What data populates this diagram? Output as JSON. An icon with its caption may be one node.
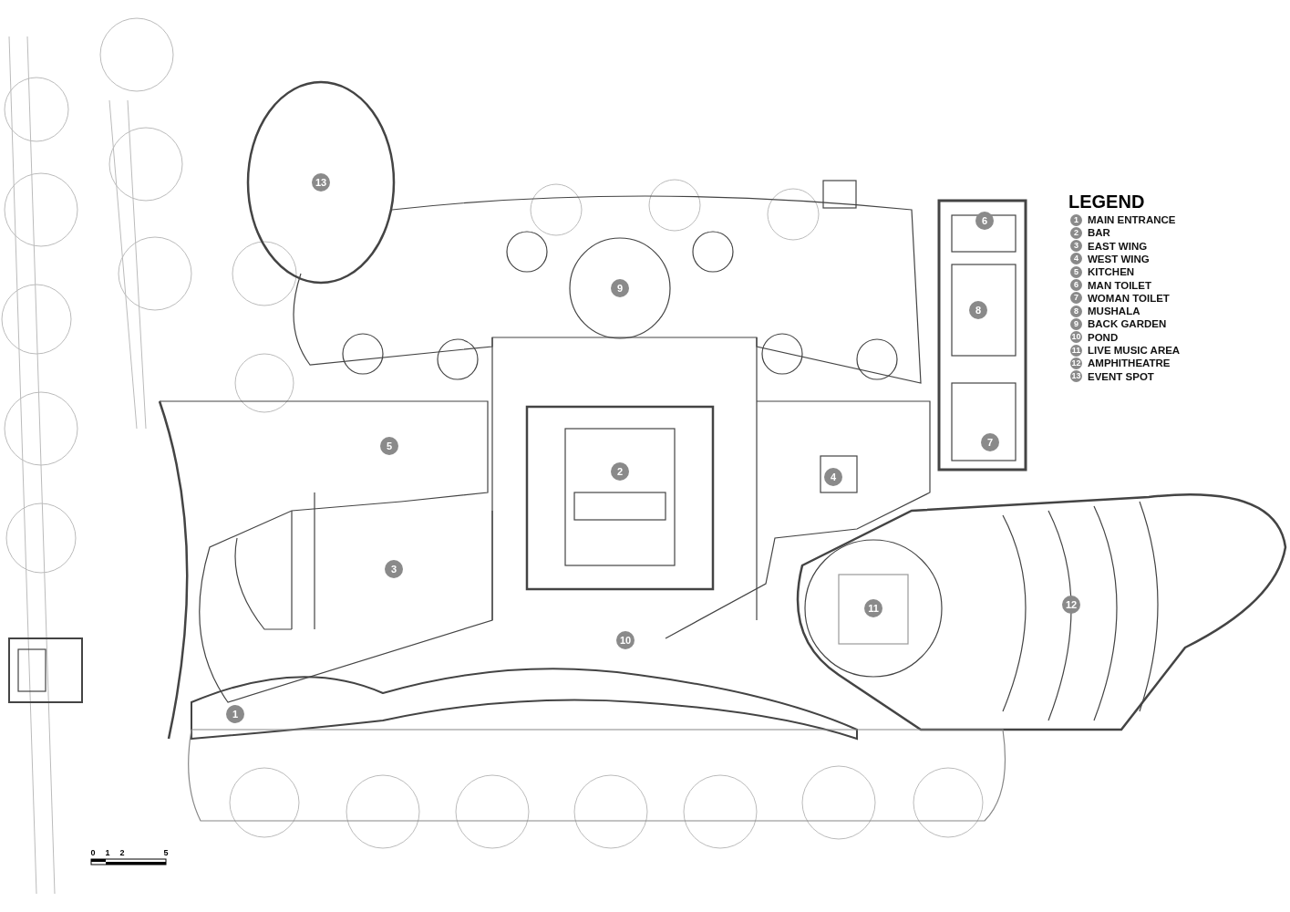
{
  "diagram": {
    "labels": [
      "13",
      "9",
      "6",
      "8",
      "5",
      "2",
      "4",
      "7",
      "3",
      "11",
      "12",
      "10",
      "1",
      "LEGEND",
      "0",
      "1",
      "2",
      "5"
    ],
    "legend": [
      {
        "text": "1 MAIN ENTRANCE"
      },
      {
        "text": "2 BAR"
      },
      {
        "text": "3 EAST WING"
      },
      {
        "text": "4 WEST WING"
      },
      {
        "text": "5 KITCHEN"
      },
      {
        "text": "6 MAN TOILET"
      },
      {
        "text": "7 WOMAN TOILET"
      },
      {
        "text": "8 MUSHALA"
      },
      {
        "text": "9 BACK GARDEN"
      },
      {
        "text": "10 POND"
      },
      {
        "text": "11 LIVE MUSIC AREA"
      },
      {
        "text": "12 AMPHITHEATRE"
      },
      {
        "text": "13 EVENT SPOT"
      }
    ]
  }
}
